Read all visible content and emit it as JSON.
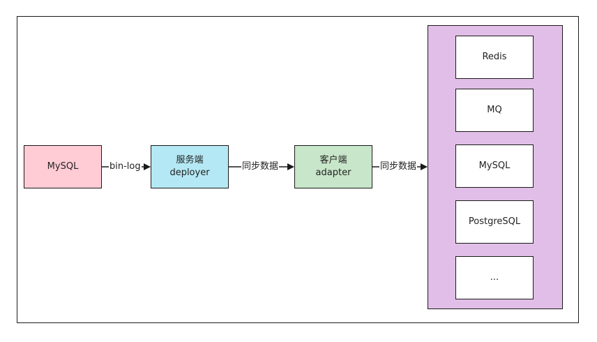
{
  "colors": {
    "mysql_fill": "#ffccd5",
    "server_fill": "#b4e8f4",
    "client_fill": "#c8e6c9",
    "targets_container_fill": "#e1bee7",
    "stroke": "#1a1a1a"
  },
  "nodes": {
    "mysql_source": {
      "label": "MySQL"
    },
    "server": {
      "line1": "服务端",
      "line2": "deployer"
    },
    "client": {
      "line1": "客户端",
      "line2": "adapter"
    }
  },
  "edges": {
    "binlog": {
      "label": "bin-log"
    },
    "sync1": {
      "label": "同步数据"
    },
    "sync2": {
      "label": "同步数据"
    }
  },
  "targets": [
    {
      "label": "Redis"
    },
    {
      "label": "MQ"
    },
    {
      "label": "MySQL"
    },
    {
      "label": "PostgreSQL"
    },
    {
      "label": "..."
    }
  ]
}
